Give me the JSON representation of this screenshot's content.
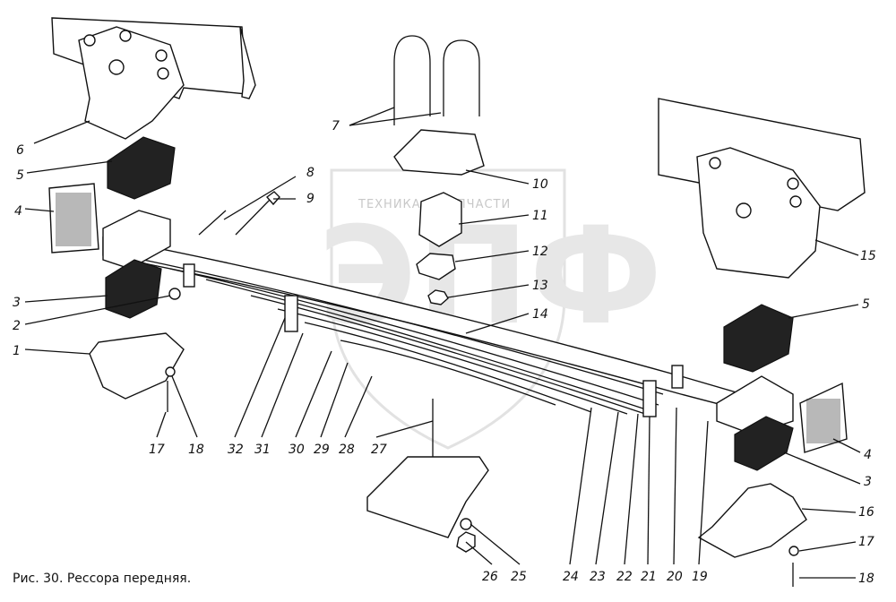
{
  "watermark": {
    "text": "ТЕХНИКА И ЗАПЧАСТИ",
    "letters": "ЭПФ"
  },
  "caption": "Рис. 30. Рессора передняя.",
  "callouts": [
    {
      "label": "1"
    },
    {
      "label": "2"
    },
    {
      "label": "3"
    },
    {
      "label": "4"
    },
    {
      "label": "5"
    },
    {
      "label": "6"
    },
    {
      "label": "7"
    },
    {
      "label": "8"
    },
    {
      "label": "9"
    },
    {
      "label": "10"
    },
    {
      "label": "11"
    },
    {
      "label": "12"
    },
    {
      "label": "13"
    },
    {
      "label": "14"
    },
    {
      "label": "15"
    },
    {
      "label": "5"
    },
    {
      "label": "4"
    },
    {
      "label": "3"
    },
    {
      "label": "16"
    },
    {
      "label": "17"
    },
    {
      "label": "18"
    },
    {
      "label": "18"
    },
    {
      "label": "17"
    },
    {
      "label": "32"
    },
    {
      "label": "31"
    },
    {
      "label": "30"
    },
    {
      "label": "29"
    },
    {
      "label": "28"
    },
    {
      "label": "27"
    },
    {
      "label": "26"
    },
    {
      "label": "25"
    },
    {
      "label": "24"
    },
    {
      "label": "23"
    },
    {
      "label": "22"
    },
    {
      "label": "21"
    },
    {
      "label": "20"
    },
    {
      "label": "19"
    }
  ]
}
